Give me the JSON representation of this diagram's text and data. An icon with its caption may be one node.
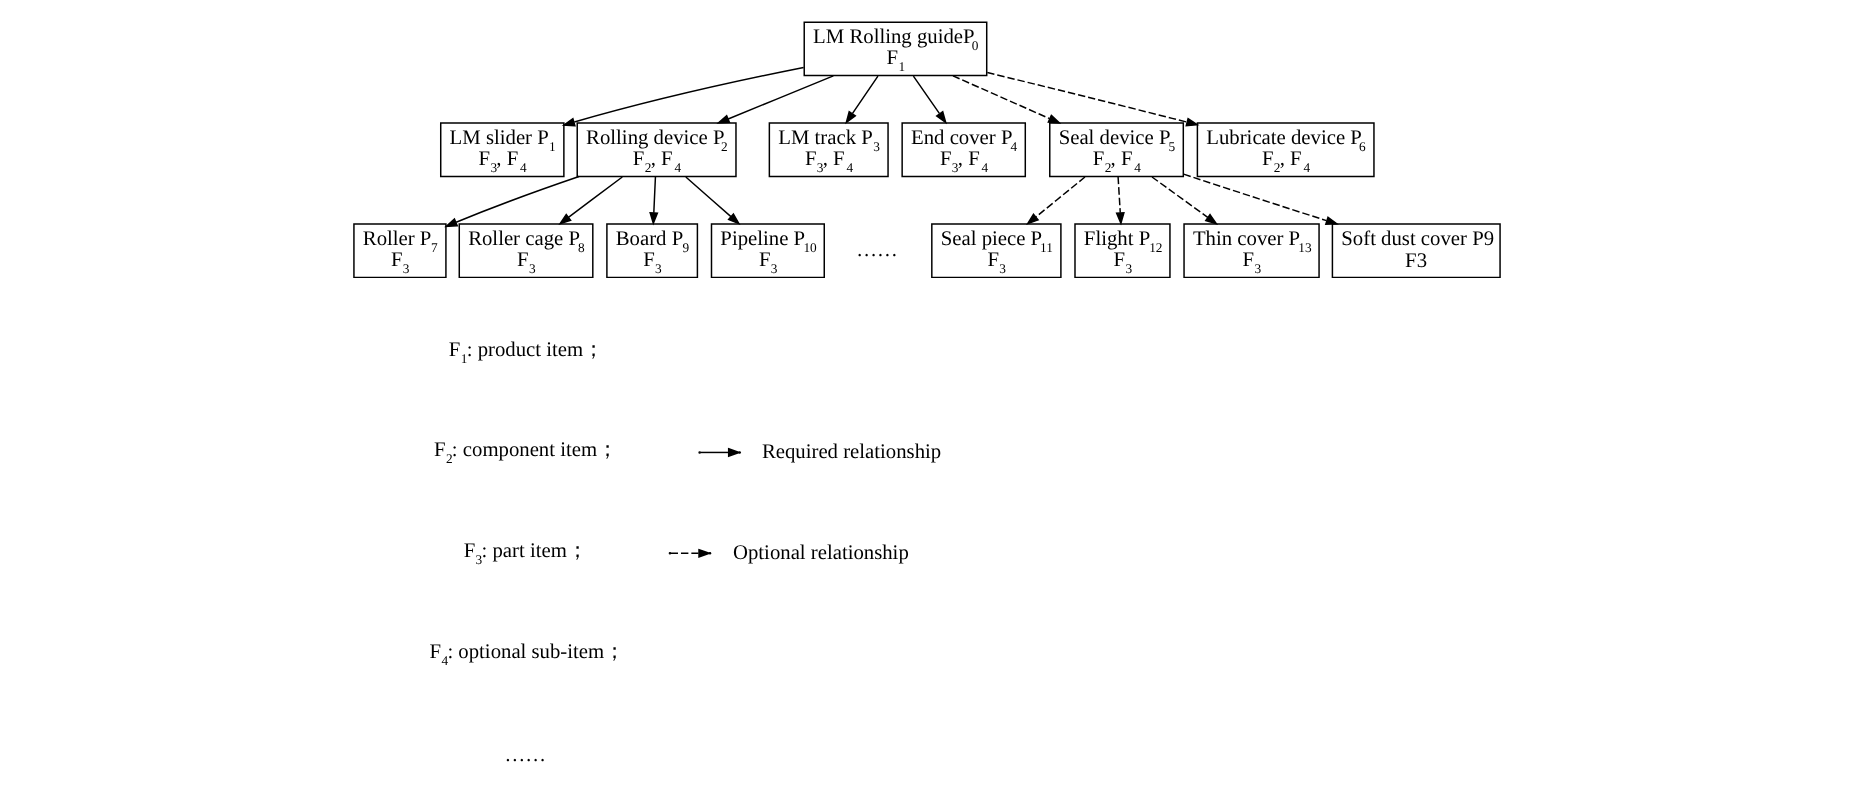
{
  "diagram": {
    "nodes": [
      {
        "text": [
          "LM Rolling guideP$_{0}$",
          "F$_{1}$"
        ]
      },
      {
        "text": [
          "LM slider P$_{1}$",
          "F$_{3}$, F$_{4}$"
        ]
      },
      {
        "text": [
          "Rolling device P$_{2}$",
          "F$_{2}$, F$_{4}$"
        ]
      },
      {
        "text": [
          "LM track P$_{3}$",
          "F$_{3}$, F$_{4}$"
        ]
      },
      {
        "text": [
          "End cover P$_{4}$",
          "F$_{3}$, F$_{4}$"
        ]
      },
      {
        "text": [
          "Seal device P$_{5}$",
          "F$_{2}$, F$_{4}$"
        ]
      },
      {
        "text": [
          "Lubricate device P$_{6}$",
          "F$_{2}$, F$_{4}$"
        ]
      },
      {
        "text": [
          "Roller P$_{7}$",
          "F$_{3}$"
        ]
      },
      {
        "text": [
          "Roller cage P$_{8}$",
          "F$_{3}$"
        ]
      },
      {
        "text": [
          "Board P$_{9}$",
          "F$_{3}$"
        ]
      },
      {
        "text": [
          "Pipeline P$_{10}$",
          "F$_{3}$"
        ]
      },
      {
        "text": [
          "Seal piece P$_{11}$",
          "F$_{3}$"
        ]
      },
      {
        "text": [
          "Flight P$_{12}$",
          "F$_{3}$"
        ]
      },
      {
        "text": [
          "Thin cover P$_{13}$",
          "F$_{3}$"
        ]
      },
      {
        "text": [
          "Soft dust cover P9",
          "F3"
        ]
      }
    ],
    "edges": [
      {
        "from": 0,
        "to": 1,
        "arrow": "to"
      },
      {
        "from": 0,
        "to": 2,
        "arrow": "to"
      },
      {
        "from": 0,
        "to": 3,
        "arrow": "to"
      },
      {
        "from": 0,
        "to": 4,
        "arrow": "to"
      },
      {
        "from": 0,
        "to": 5,
        "arrow": "to",
        "style": "dashed"
      },
      {
        "from": 0,
        "to": 6,
        "arrow": "to",
        "style": "dashed"
      },
      {
        "from": 2,
        "to": 7,
        "arrow": "to"
      },
      {
        "from": 2,
        "to": 8,
        "arrow": "to"
      },
      {
        "from": 2,
        "to": 9,
        "arrow": "to"
      },
      {
        "from": 2,
        "to": 10,
        "arrow": "to"
      },
      {
        "from": 5,
        "to": 11,
        "arrow": "to",
        "style": "dashed"
      },
      {
        "from": 5,
        "to": 12,
        "arrow": "to",
        "style": "dashed"
      },
      {
        "from": 5,
        "to": 13,
        "arrow": "to",
        "style": "dashed"
      },
      {
        "from": 5,
        "to": 14,
        "arrow": "to",
        "style": "dashed"
      }
    ],
    "labels": [
      "……",
      "F$_{1}$: product item；",
      "F$_{2}$: component item；",
      "F$_{3}$: part item；",
      "F$_{4}$: optional sub-item；",
      "……"
    ],
    "legend": [
      {
        "text": "Required relationship"
      },
      {
        "text": "Optional relationship"
      }
    ]
  }
}
